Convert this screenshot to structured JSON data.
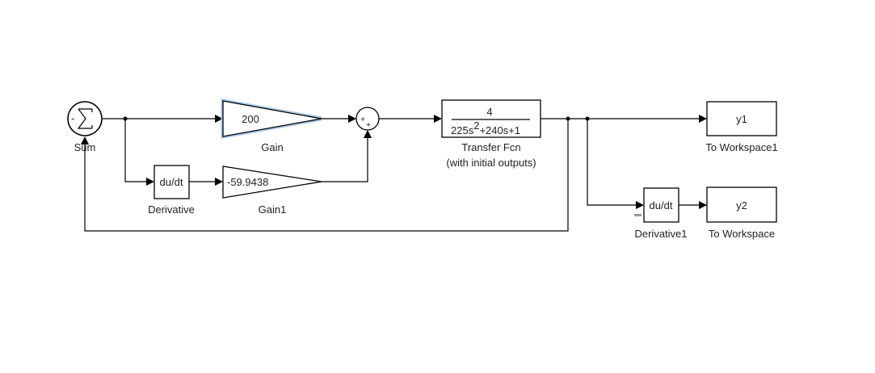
{
  "diagram": {
    "blocks": {
      "sum": {
        "name": "Sum",
        "symbol": "∑",
        "sign": "-"
      },
      "gain": {
        "name": "Gain",
        "value": "200",
        "selected": true
      },
      "sum2": {
        "signs": [
          "+",
          "+"
        ]
      },
      "derivative": {
        "name": "Derivative",
        "text": "du/dt"
      },
      "gain1": {
        "name": "Gain1",
        "value": "-59.9438"
      },
      "tf": {
        "name_line1": "Transfer Fcn",
        "name_line2": "(with initial outputs)",
        "numerator": "4",
        "den_a": "225s",
        "den_exp": "2",
        "den_b": "+240s+1"
      },
      "toworkspace1": {
        "name": "To Workspace1",
        "var": "y1"
      },
      "derivative1": {
        "name": "Derivative1",
        "text": "du/dt"
      },
      "toworkspace": {
        "name": "To Workspace",
        "var": "y2"
      }
    },
    "colors": {
      "selection": "#a9c7e8",
      "line": "#000000"
    }
  }
}
